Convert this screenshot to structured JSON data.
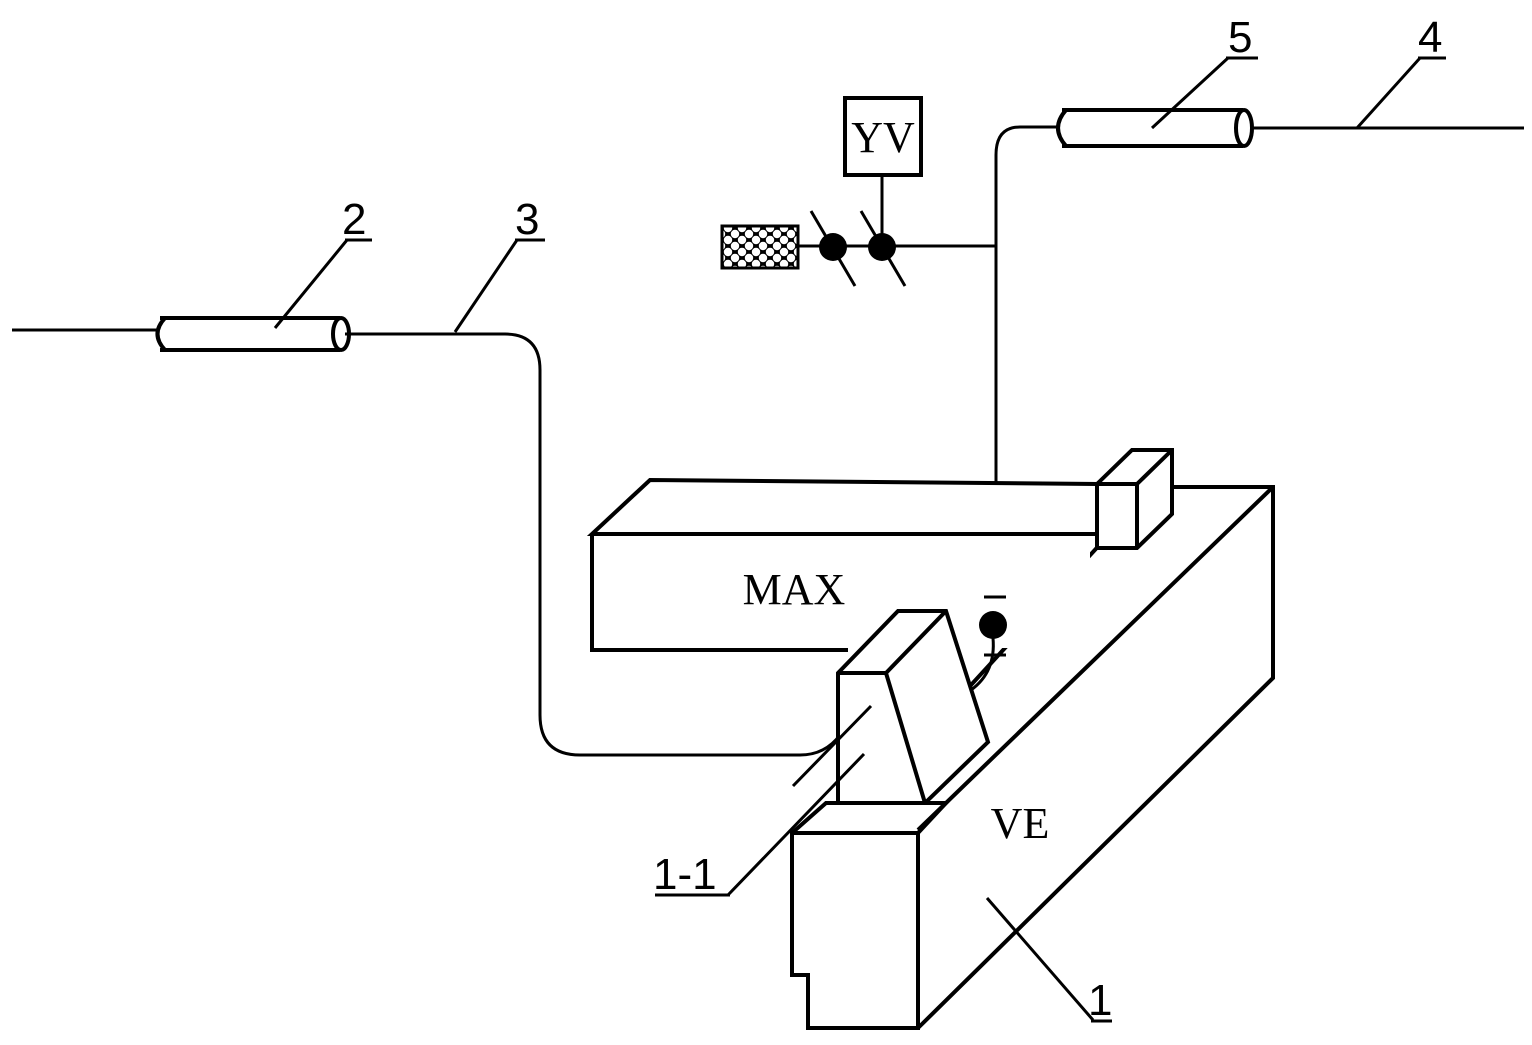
{
  "diagram": {
    "type": "schematic",
    "colors": {
      "line": "#000000",
      "background": "#ffffff"
    },
    "components": {
      "yv_box": {
        "label": "YV",
        "role": "solenoid valve actuator"
      },
      "max_block": {
        "label": "MAX"
      },
      "ve_block": {
        "label": "VE"
      },
      "filter_icon": "honeycomb-filter-icon"
    },
    "part_numbers": [
      {
        "id": "1",
        "label": "1"
      },
      {
        "id": "1-1",
        "label": "1-1"
      },
      {
        "id": "2",
        "label": "2"
      },
      {
        "id": "3",
        "label": "3"
      },
      {
        "id": "4",
        "label": "4"
      },
      {
        "id": "5",
        "label": "5"
      }
    ]
  }
}
